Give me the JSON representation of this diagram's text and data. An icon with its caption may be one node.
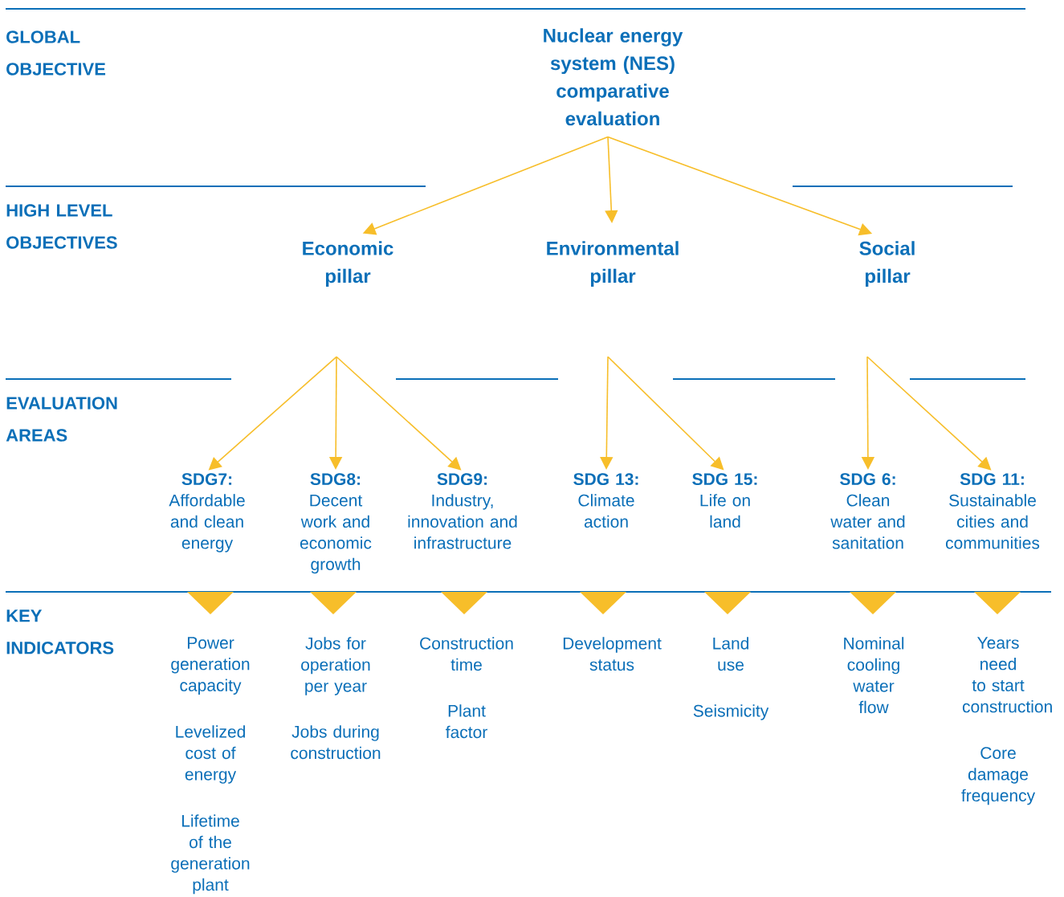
{
  "diagram": {
    "nodes": [
      {
        "text": [
          "Nuclear energy system (NES) comparative evaluation"
        ]
      },
      {
        "text": [
          "Economic pillar"
        ]
      },
      {
        "text": [
          "Environmental pillar"
        ]
      },
      {
        "text": [
          "Social pillar"
        ]
      },
      {
        "text": [
          "SDG7:",
          "Affordable and clean energy"
        ]
      },
      {
        "text": [
          "SDG8:",
          "Decent work and economic growth"
        ]
      },
      {
        "text": [
          "SDG9:",
          "Industry, innovation and infrastructure"
        ]
      },
      {
        "text": [
          "SDG 13:",
          "Climate action"
        ]
      },
      {
        "text": [
          "SDG 15:",
          "Life on land"
        ]
      },
      {
        "text": [
          "SDG 6:",
          "Clean water and sanitation"
        ]
      },
      {
        "text": [
          "SDG 11:",
          "Sustainable cities and communities"
        ]
      }
    ],
    "edges": [
      {
        "from": 0,
        "to": 1,
        "arrow": "to"
      },
      {
        "from": 0,
        "to": 2,
        "arrow": "to"
      },
      {
        "from": 0,
        "to": 3,
        "arrow": "to"
      },
      {
        "from": 1,
        "to": 4,
        "arrow": "to"
      },
      {
        "from": 1,
        "to": 5,
        "arrow": "to"
      },
      {
        "from": 1,
        "to": 6,
        "arrow": "to"
      },
      {
        "from": 2,
        "to": 7,
        "arrow": "to"
      },
      {
        "from": 2,
        "to": 8,
        "arrow": "to"
      },
      {
        "from": 3,
        "to": 9,
        "arrow": "to"
      },
      {
        "from": 3,
        "to": 10,
        "arrow": "to"
      }
    ],
    "labels": [
      "GLOBAL OBJECTIVE",
      "HIGH LEVEL OBJECTIVES",
      "EVALUATION AREAS",
      "KEY INDICATORS",
      "Power generation capacity",
      "Jobs for operation per year",
      "Construction time",
      "Development status",
      "Land use",
      "Nominal cooling water flow",
      "Years need to start construction",
      "Plant factor",
      "Seismicity",
      "Levelized cost of energy",
      "Jobs during construction",
      "Core damage frequency",
      "Lifetime of the generation plant"
    ]
  }
}
